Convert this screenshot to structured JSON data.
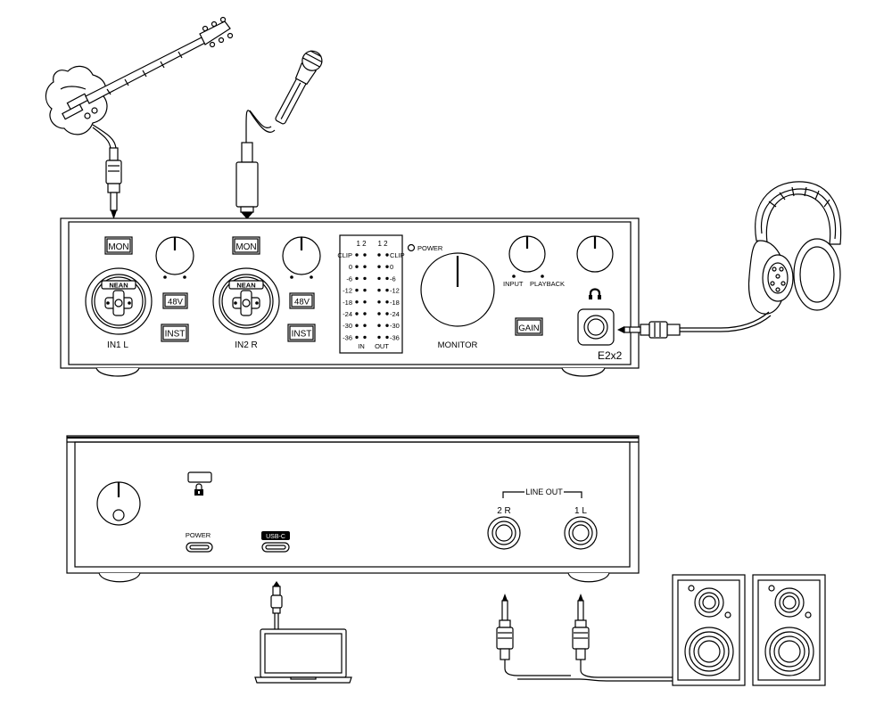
{
  "front_panel": {
    "mon_label_1": "MON",
    "mon_label_2": "MON",
    "phantom_label_1": "48V",
    "phantom_label_2": "48V",
    "inst_label_1": "INST",
    "inst_label_2": "INST",
    "combo_brand": "NEAN",
    "input_1_label": "IN1 L",
    "input_2_label": "IN2 R",
    "power_label": "POWER",
    "monitor_label": "MONITOR",
    "input_knob_label": "INPUT",
    "playback_knob_label": "PLAYBACK",
    "gain_label": "GAIN",
    "model_label": "E2x2"
  },
  "meter": {
    "header_in": "1 2",
    "header_out": "1 2",
    "levels": [
      "CLIP",
      "0",
      "-6",
      "-12",
      "-18",
      "-24",
      "-30",
      "-36"
    ],
    "footer_in": "IN",
    "footer_out": "OUT"
  },
  "rear_panel": {
    "power_label": "POWER",
    "usb_label": "USB-C",
    "line_out_label": "LINE OUT",
    "out_2_label": "2 R",
    "out_1_label": "1 L"
  },
  "icons": [
    "guitar-icon",
    "microphone-icon",
    "headphones-icon",
    "laptop-icon",
    "speaker-icon",
    "lock-icon",
    "headphone-symbol-icon"
  ]
}
